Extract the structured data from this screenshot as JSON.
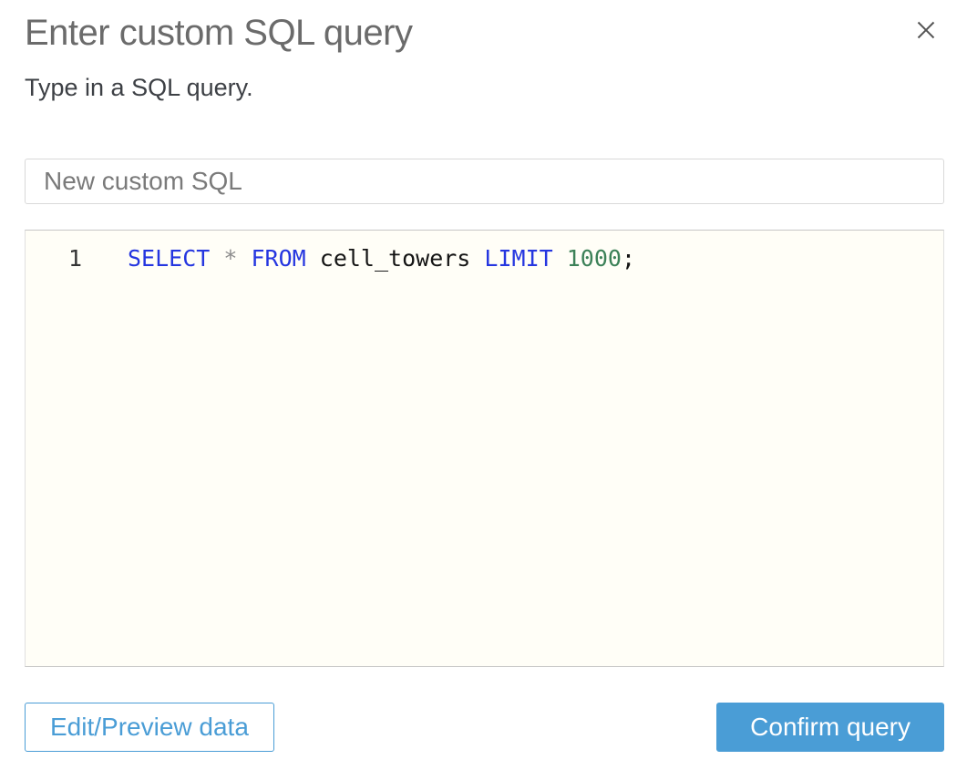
{
  "modal": {
    "title": "Enter custom SQL query",
    "subtitle": "Type in a SQL query.",
    "close_icon": "x-close"
  },
  "name_input": {
    "value": "New custom SQL"
  },
  "editor": {
    "line_number": "1",
    "query_text": "SELECT * FROM cell_towers LIMIT 1000;",
    "tokens": [
      {
        "type": "keyword",
        "text": "SELECT"
      },
      {
        "type": "space",
        "text": " "
      },
      {
        "type": "operator",
        "text": "*"
      },
      {
        "type": "space",
        "text": " "
      },
      {
        "type": "keyword",
        "text": "FROM"
      },
      {
        "type": "space",
        "text": " "
      },
      {
        "type": "identifier",
        "text": "cell_towers"
      },
      {
        "type": "space",
        "text": " "
      },
      {
        "type": "keyword",
        "text": "LIMIT"
      },
      {
        "type": "space",
        "text": " "
      },
      {
        "type": "number",
        "text": "1000"
      },
      {
        "type": "punct",
        "text": ";"
      }
    ]
  },
  "buttons": {
    "edit_preview_label": "Edit/Preview data",
    "confirm_label": "Confirm query"
  },
  "colors": {
    "accent_blue": "#4a9dd6",
    "keyword": "#2536e0",
    "operator": "#8c8c8c",
    "identifier": "#141414",
    "number": "#3c8158",
    "editor_background": "#fffef7"
  }
}
